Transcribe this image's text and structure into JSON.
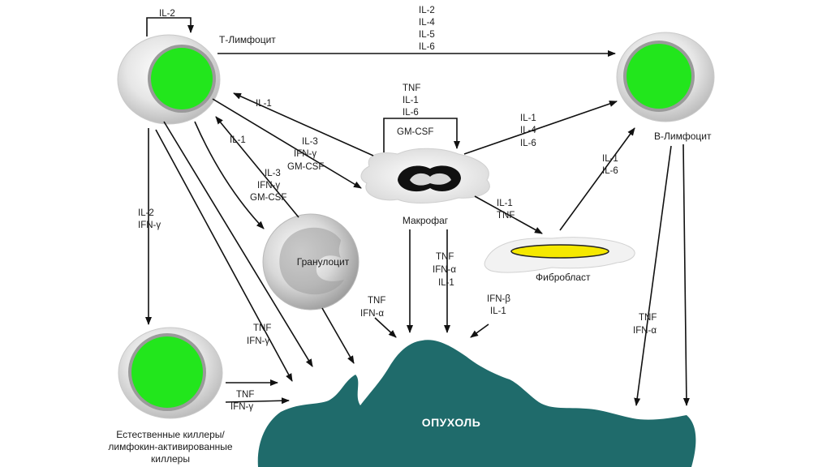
{
  "cells": {
    "t_lymphocyte": "Т-Лимфоцит",
    "b_lymphocyte": "В-Лимфоцит",
    "macrophage": "Макрофаг",
    "granulocyte": "Гранулоцит",
    "fibroblast": "Фибробласт",
    "nk_line1": "Естественные киллеры/",
    "nk_line2": "лимфокин-активированные",
    "nk_line3": "киллеры",
    "tumor": "ОПУХОЛЬ"
  },
  "signals": {
    "t_self": "IL-2",
    "t_to_b": [
      "IL-2",
      "IL-4",
      "IL-5",
      "IL-6"
    ],
    "mac_self": [
      "TNF",
      "IL-1",
      "IL-6",
      "GM-CSF"
    ],
    "mac_to_t": "IL-1",
    "gran_to_t": "IL-1",
    "t_to_mac": [
      "IL-3",
      "IFN-γ",
      "GM-CSF"
    ],
    "t_to_gran": [
      "IL-3",
      "IFN-γ",
      "GM-CSF"
    ],
    "mac_to_b": [
      "IL-1",
      "IL-4",
      "IL-6"
    ],
    "fib_to_b": [
      "IL-1",
      "IL-6"
    ],
    "mac_to_fib": [
      "IL-1",
      "TNF"
    ],
    "t_to_nk": [
      "IL-2",
      "IFN-γ"
    ],
    "t_to_tumor": [
      "TNF",
      "IFN-γ"
    ],
    "nk_to_tumor": [
      "TNF",
      "IFN-γ"
    ],
    "gran_to_tumor": [
      "TNF",
      "IFN-α"
    ],
    "mac_to_tumor": [
      "TNF",
      "IFN-α",
      "IL-1"
    ],
    "fib_to_tumor": [
      "IFN-β",
      "IL-1"
    ],
    "b_to_tumor": [
      "TNF",
      "IFN-α"
    ]
  },
  "colors": {
    "nucleus": "#22e61c",
    "tumor": "#1f6b6b",
    "fibroblast_core": "#f5e800"
  }
}
